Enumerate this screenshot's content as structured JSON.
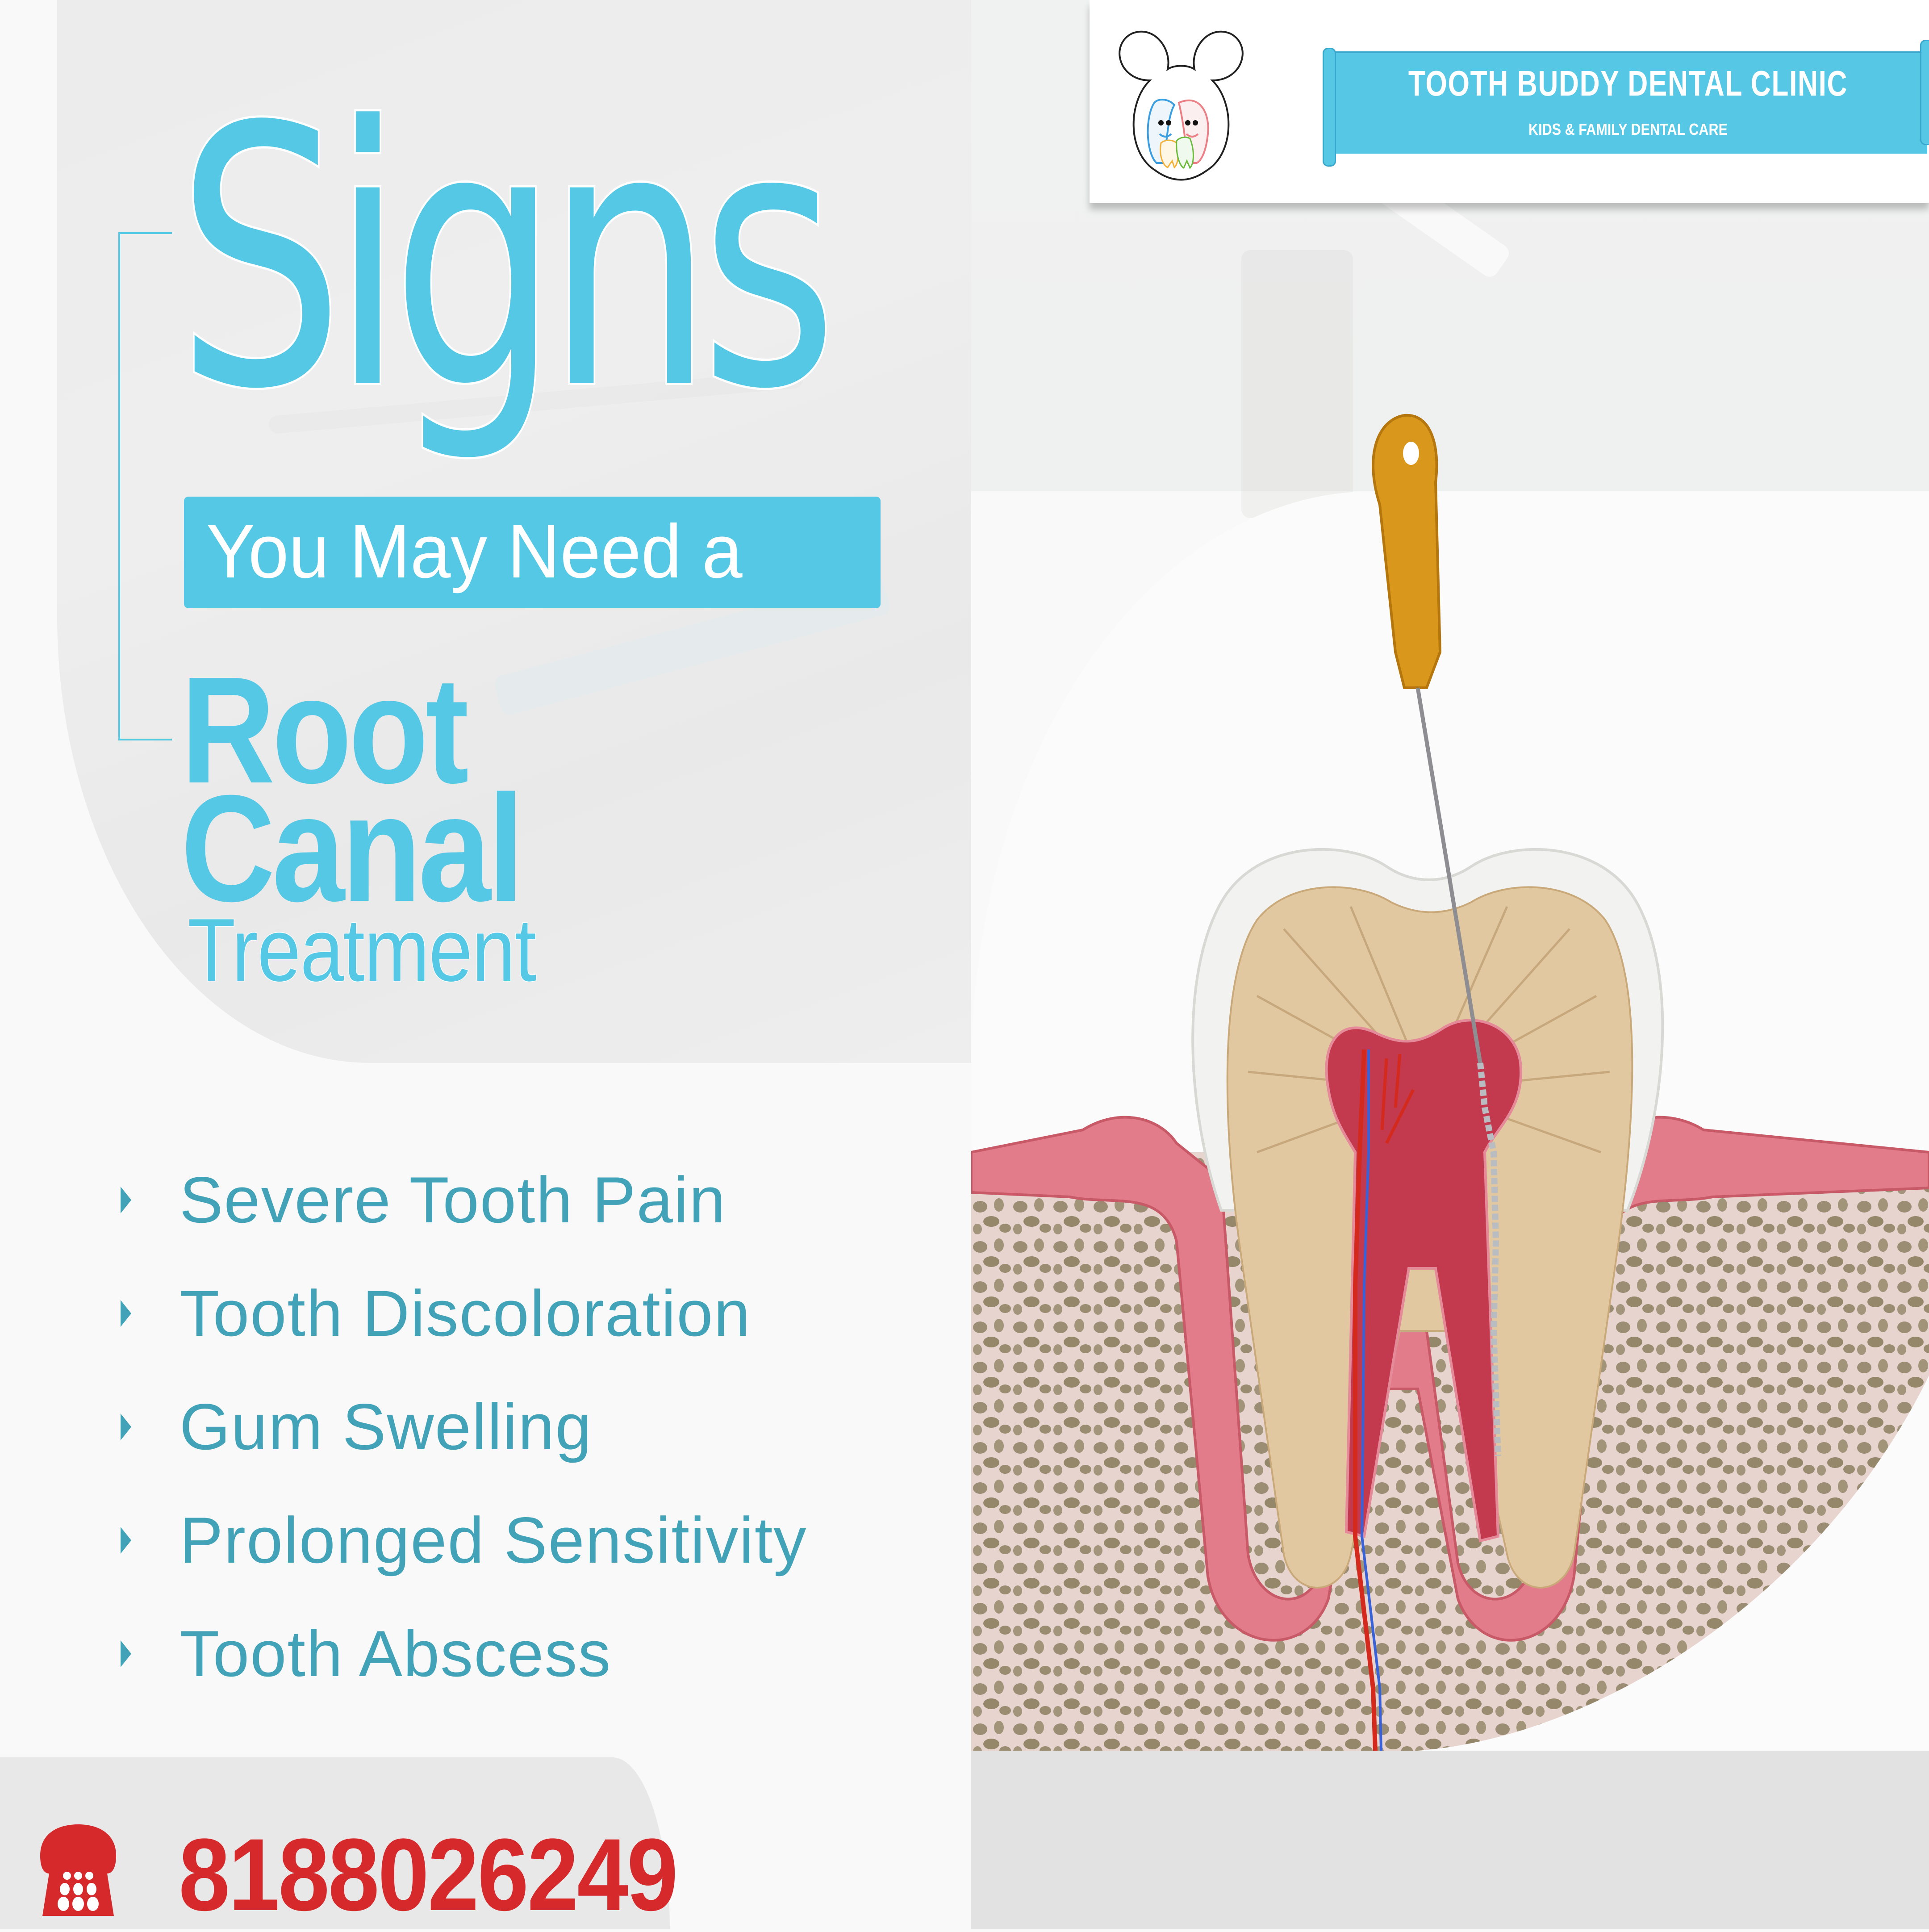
{
  "clinic": {
    "name": "TOOTH BUDDY DENTAL CLINIC",
    "name_display": "T••TH BUDDY DENTAL CLINIC",
    "tagline": "KIDS & FAMILY DENTAL CARE",
    "logo_icon": "tooth-family-mouse-ears-icon"
  },
  "headline": {
    "signs": "Signs",
    "you_may_need": "You May Need a",
    "root": "Root",
    "canal": "Canal",
    "treatment": "Treatment"
  },
  "signs_list": [
    {
      "label": "Severe Tooth Pain"
    },
    {
      "label": "Tooth Discoloration"
    },
    {
      "label": "Gum Swelling"
    },
    {
      "label": "Prolonged Sensitivity"
    },
    {
      "label": "Tooth Abscess"
    }
  ],
  "contact": {
    "phone_icon": "telephone-icon",
    "phone_number": "8188026249"
  },
  "illustration": {
    "subject": "root-canal-tooth-cross-section-with-endodontic-file"
  },
  "colors": {
    "accent_cyan": "#55c8e5",
    "list_teal": "#42a3b8",
    "phone_red": "#d6292b",
    "banner_blue": "#56c8e6"
  }
}
